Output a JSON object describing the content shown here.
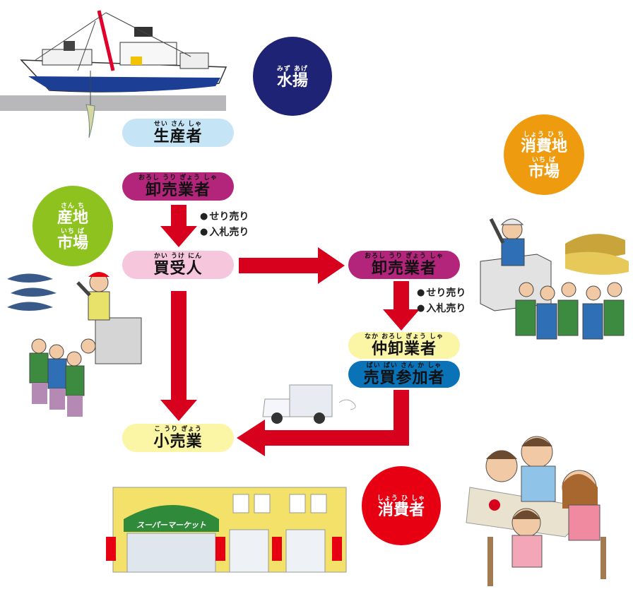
{
  "circles": {
    "mizuage": {
      "ruby": "みず あげ",
      "label": "水揚",
      "color": "#1f2376"
    },
    "sanchi": {
      "ruby_top": "さん ち",
      "label_top": "産地",
      "ruby_bottom": "いち ば",
      "label_bottom": "市場",
      "color": "#8dc21f"
    },
    "shohichi": {
      "ruby_top": "しょう ひ ち",
      "label_top": "消費地",
      "ruby_bottom": "いち ば",
      "label_bottom": "市場",
      "color": "#ef9b0f"
    },
    "shohisha": {
      "ruby": "しょう ひ しゃ",
      "label": "消費者",
      "color": "#e60012"
    }
  },
  "boxes": {
    "seisansha": {
      "ruby": "せい さん しゃ",
      "label": "生産者",
      "color": "#c5e4f5"
    },
    "oroshi1": {
      "ruby": "おろし うり ぎょう しゃ",
      "label": "卸売業者",
      "color": "#b2257b"
    },
    "kaiukenin": {
      "ruby": "かい うけ にん",
      "label": "買受人",
      "color": "#f5c6dc"
    },
    "oroshi2": {
      "ruby": "おろし うり ぎょう しゃ",
      "label": "卸売業者",
      "color": "#b2257b"
    },
    "nakaoroshi": {
      "ruby": "なか おろし ぎょう しゃ",
      "label": "仲卸業者",
      "color": "#fbf5a6"
    },
    "baibai": {
      "ruby": "ばい ばい さん か しゃ",
      "label": "売買参加者",
      "color": "#0a73b8"
    },
    "kouri": {
      "ruby": "こ うり ぎょう",
      "label": "小売業",
      "color": "#fbf5a6"
    }
  },
  "notes": {
    "left": {
      "line1": "せり売り",
      "line2": "入札売り"
    },
    "right": {
      "line1": "せり売り",
      "line2": "入札売り"
    }
  },
  "store_sign": "スーパーマーケット",
  "arrow_color": "#d7001d"
}
